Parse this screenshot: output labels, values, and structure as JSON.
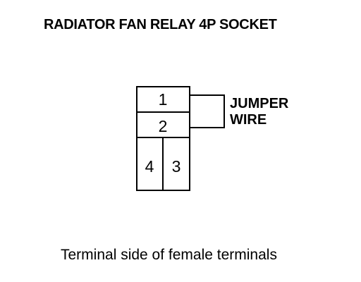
{
  "title": "RADIATOR FAN RELAY 4P SOCKET",
  "caption": "Terminal side of female terminals",
  "terminals": {
    "t1": "1",
    "t2": "2",
    "t3": "3",
    "t4": "4"
  },
  "jumper": {
    "line1": "JUMPER",
    "line2": "WIRE"
  },
  "colors": {
    "line": "#000000",
    "background": "#ffffff"
  }
}
